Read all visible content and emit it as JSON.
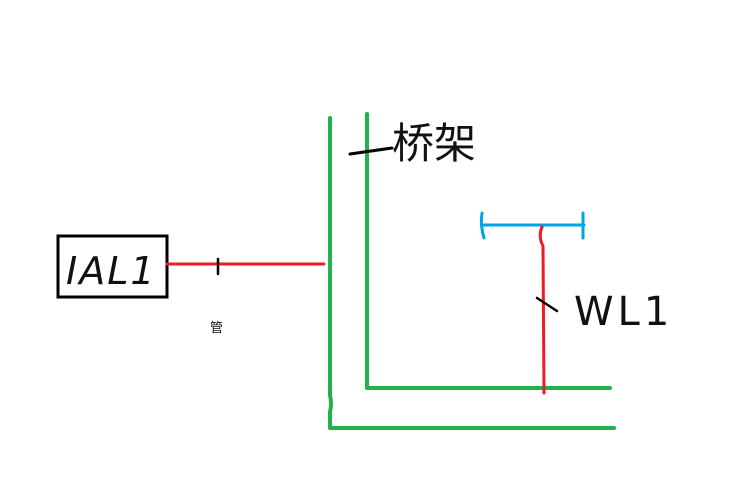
{
  "labels": {
    "box": "IAL1",
    "tray": "桥架",
    "tray_dash": "一",
    "pipe": "管",
    "wl": "WL1"
  },
  "colors": {
    "background": "#ffffff",
    "green_tray": "#22b14c",
    "red_line": "#ed1c24",
    "blue_fixture": "#00a2e8",
    "ink": "#000000"
  }
}
